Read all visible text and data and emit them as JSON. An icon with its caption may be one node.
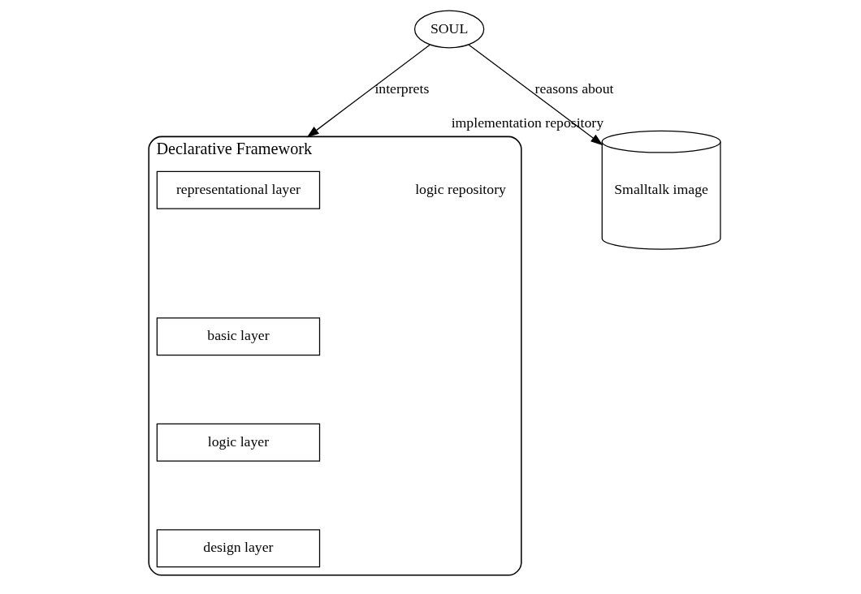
{
  "diagram": {
    "nodes": [
      {
        "text": [
          "SOUL"
        ]
      },
      {
        "text": [
          "Declarative Framework"
        ],
        "beside": [
          "logic repository"
        ]
      },
      {
        "text": [
          "representational layer"
        ],
        "in": 1
      },
      {
        "text": [
          "basic layer"
        ],
        "in": 1
      },
      {
        "text": [
          "logic layer"
        ],
        "in": 1
      },
      {
        "text": [
          "design layer"
        ],
        "in": 1
      },
      {
        "text": [
          "Smalltalk image"
        ],
        "beside": [
          "implementation repository"
        ]
      }
    ],
    "edges": [
      {
        "from": 0,
        "to": 1,
        "label": "interprets",
        "arrow": "to"
      },
      {
        "from": 0,
        "to": 6,
        "label": "reasons about",
        "arrow": "to"
      }
    ]
  }
}
